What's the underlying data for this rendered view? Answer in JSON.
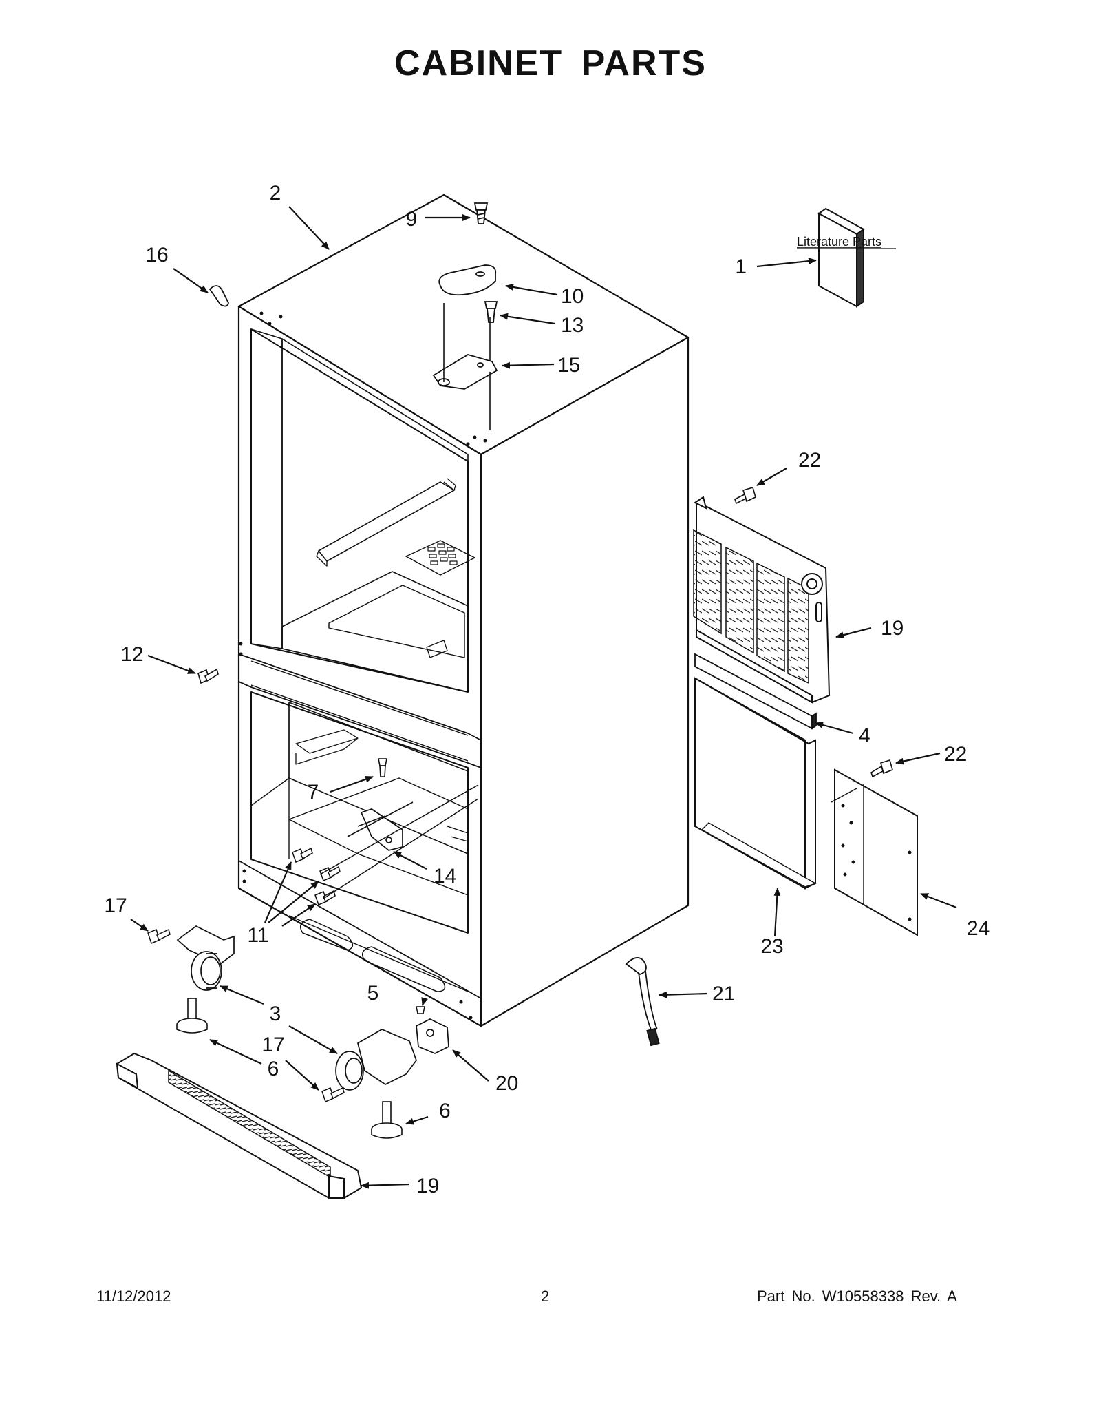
{
  "title": "CABINET PARTS",
  "literature_label": "Literature Parts",
  "callouts": [
    "1",
    "2",
    "3",
    "4",
    "5",
    "6",
    "6",
    "7",
    "9",
    "10",
    "11",
    "12",
    "13",
    "14",
    "15",
    "16",
    "17",
    "17",
    "19",
    "19",
    "20",
    "21",
    "22",
    "22",
    "23",
    "24"
  ],
  "footer": {
    "date": "11/12/2012",
    "page": "2",
    "part_no": "Part No.  W10558338  Rev.  A"
  }
}
